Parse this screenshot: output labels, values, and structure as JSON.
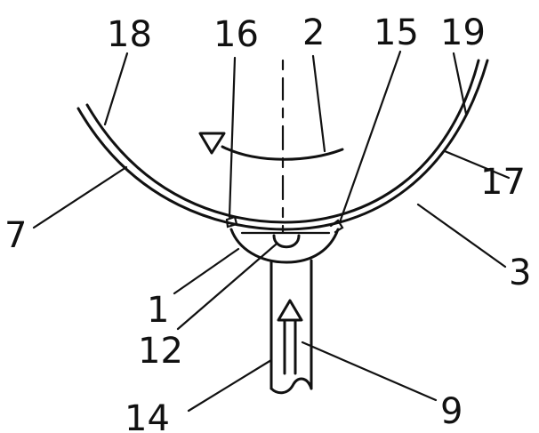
{
  "figure": {
    "labels": {
      "l18": "18",
      "l16": "16",
      "l2": "2",
      "l15": "15",
      "l19": "19",
      "l17": "17",
      "l7": "7",
      "l3": "3",
      "l1": "1",
      "l12": "12",
      "l14": "14",
      "l9": "9"
    },
    "ink_color": "#111111",
    "background_color": "#ffffff"
  }
}
